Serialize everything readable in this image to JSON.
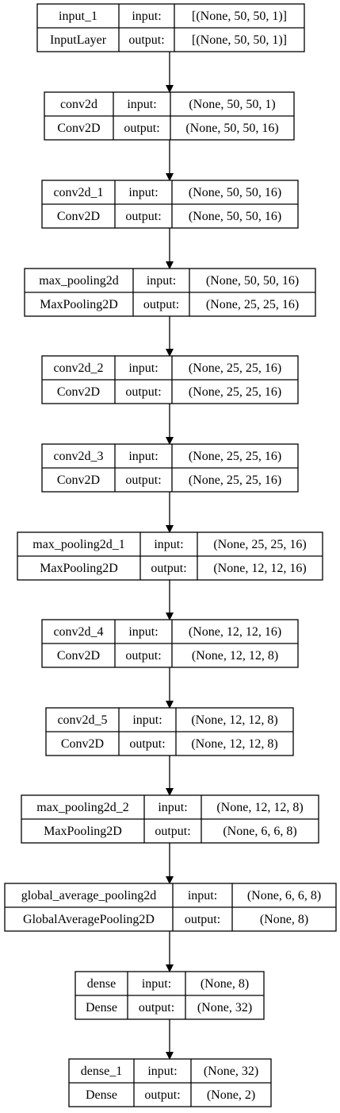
{
  "layers": [
    {
      "name": "input_1",
      "type": "InputLayer",
      "input_label": "input:",
      "output_label": "output:",
      "input_shape": "[(None, 50, 50, 1)]",
      "output_shape": "[(None, 50, 50, 1)]"
    },
    {
      "name": "conv2d",
      "type": "Conv2D",
      "input_label": "input:",
      "output_label": "output:",
      "input_shape": "(None, 50, 50, 1)",
      "output_shape": "(None, 50, 50, 16)"
    },
    {
      "name": "conv2d_1",
      "type": "Conv2D",
      "input_label": "input:",
      "output_label": "output:",
      "input_shape": "(None, 50, 50, 16)",
      "output_shape": "(None, 50, 50, 16)"
    },
    {
      "name": "max_pooling2d",
      "type": "MaxPooling2D",
      "input_label": "input:",
      "output_label": "output:",
      "input_shape": "(None, 50, 50, 16)",
      "output_shape": "(None, 25, 25, 16)"
    },
    {
      "name": "conv2d_2",
      "type": "Conv2D",
      "input_label": "input:",
      "output_label": "output:",
      "input_shape": "(None, 25, 25, 16)",
      "output_shape": "(None, 25, 25, 16)"
    },
    {
      "name": "conv2d_3",
      "type": "Conv2D",
      "input_label": "input:",
      "output_label": "output:",
      "input_shape": "(None, 25, 25, 16)",
      "output_shape": "(None, 25, 25, 16)"
    },
    {
      "name": "max_pooling2d_1",
      "type": "MaxPooling2D",
      "input_label": "input:",
      "output_label": "output:",
      "input_shape": "(None, 25, 25, 16)",
      "output_shape": "(None, 12, 12, 16)"
    },
    {
      "name": "conv2d_4",
      "type": "Conv2D",
      "input_label": "input:",
      "output_label": "output:",
      "input_shape": "(None, 12, 12, 16)",
      "output_shape": "(None, 12, 12, 8)"
    },
    {
      "name": "conv2d_5",
      "type": "Conv2D",
      "input_label": "input:",
      "output_label": "output:",
      "input_shape": "(None, 12, 12, 8)",
      "output_shape": "(None, 12, 12, 8)"
    },
    {
      "name": "max_pooling2d_2",
      "type": "MaxPooling2D",
      "input_label": "input:",
      "output_label": "output:",
      "input_shape": "(None, 12, 12, 8)",
      "output_shape": "(None, 6, 6, 8)"
    },
    {
      "name": "global_average_pooling2d",
      "type": "GlobalAveragePooling2D",
      "input_label": "input:",
      "output_label": "output:",
      "input_shape": "(None, 6, 6, 8)",
      "output_shape": "(None, 8)"
    },
    {
      "name": "dense",
      "type": "Dense",
      "input_label": "input:",
      "output_label": "output:",
      "input_shape": "(None, 8)",
      "output_shape": "(None, 32)"
    },
    {
      "name": "dense_1",
      "type": "Dense",
      "input_label": "input:",
      "output_label": "output:",
      "input_shape": "(None, 32)",
      "output_shape": "(None, 2)"
    }
  ]
}
